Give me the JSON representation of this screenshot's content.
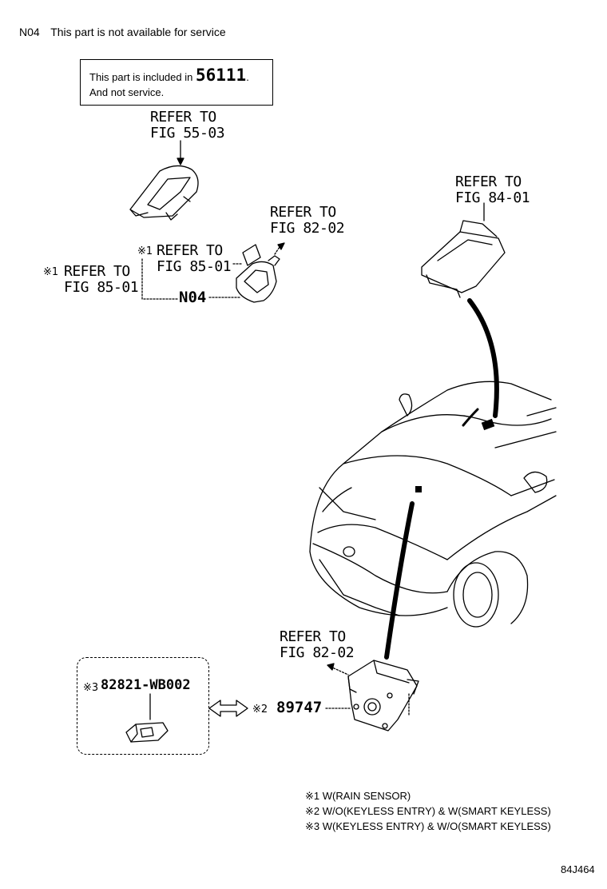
{
  "header": {
    "code": "N04",
    "text": "This part is not available for service"
  },
  "note_box": {
    "line1": "This part is included in",
    "part_number": "56111",
    "line1_end": ".",
    "line2": "And not service."
  },
  "refs": {
    "fig_55_03": [
      "REFER TO",
      "FIG 55-03"
    ],
    "fig_84_01": [
      "REFER TO",
      "FIG 84-01"
    ],
    "fig_82_02_top": [
      "REFER TO",
      "FIG 82-02"
    ],
    "fig_85_01_inner": [
      "REFER TO",
      "FIG 85-01"
    ],
    "fig_85_01_left": [
      "REFER TO",
      "FIG 85-01"
    ],
    "fig_82_02_bottom": [
      "REFER TO",
      "FIG 82-02"
    ]
  },
  "marks": {
    "m1a": "※1",
    "m1b": "※1",
    "m2": "※2",
    "m3": "※3"
  },
  "parts": {
    "n04": "N04",
    "p89747": "89747",
    "p82821": "82821-WB002"
  },
  "legend": [
    "※1 W(RAIN SENSOR)",
    "※2 W/O(KEYLESS ENTRY) & W(SMART KEYLESS)",
    "※3 W(KEYLESS ENTRY) & W/O(SMART KEYLESS)"
  ],
  "diagram_id": "84J464"
}
